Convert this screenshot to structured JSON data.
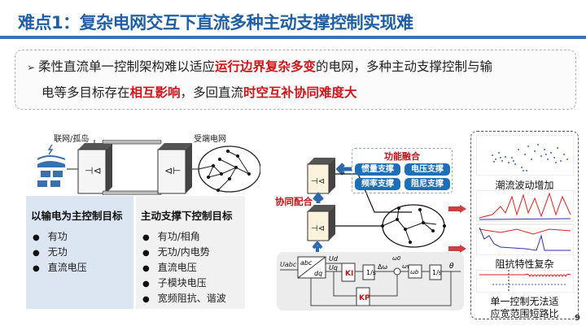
{
  "slide": {
    "title": "难点1：复杂电网交互下直流多种主动支撑控制实现难",
    "page_number": "9",
    "colors": {
      "title": "#1f5fa6",
      "accent_bar": "#3b6fb6",
      "highlight": "#d0141a",
      "pill": "#1d6fb8"
    }
  },
  "callout": {
    "line1_a": "柔性直流单一控制架构难以适应",
    "line1_hl": "运行边界复杂多变",
    "line1_b": "的电网，多种主动支撑控制与输",
    "line2_a": "电等多目标存在",
    "line2_hl1": "相互影响",
    "line2_b": "，多回直流",
    "line2_hl2": "时空互补协同难度大"
  },
  "left_diagram": {
    "label_source": "联网/孤岛",
    "label_grid": "受端电网"
  },
  "panels": {
    "left": {
      "title": "以输电为主控制目标",
      "items": [
        "有功",
        "无功",
        "直流电压"
      ]
    },
    "right": {
      "title": "主动支撑下控制目标",
      "items": [
        "有功/相角",
        "无功/内电势",
        "直流电压",
        "子模块电压",
        "宽频阻抗、谐波"
      ]
    }
  },
  "middle_diagram": {
    "function_title": "功能融合",
    "pills": [
      "惯量支撑",
      "电压支撑",
      "频率支撑",
      "阻尼支撑"
    ],
    "coordination_label": "协同配合",
    "control_block": {
      "input": "Uabc",
      "transform_top": "abc",
      "transform_bottom": "dq",
      "ud": "Ud",
      "uq": "Uq",
      "ki": "KI",
      "kp": "KP",
      "integrator": "1/s",
      "delta_omega": "Δω",
      "omega0": "ω0",
      "omega_v": "ωv",
      "omega_b": "ωb",
      "theta": "θ"
    }
  },
  "right_box": {
    "captions": [
      "潮流波动增加",
      "阻抗特性复杂",
      "单一控制无法适",
      "应宽范围短路比"
    ]
  }
}
